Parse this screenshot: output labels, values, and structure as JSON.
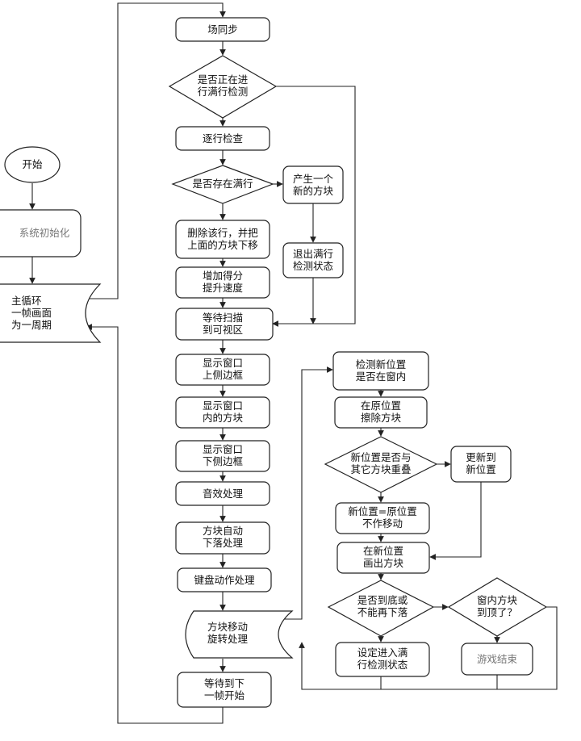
{
  "nodes": {
    "start": {
      "lines": [
        "开始"
      ]
    },
    "init": {
      "lines": [
        "系统初始化"
      ]
    },
    "mainloop": {
      "lines": [
        "主循环",
        "一帧画面",
        "为一周期"
      ]
    },
    "field_sync": {
      "lines": [
        "场同步"
      ]
    },
    "full_row_check_q": {
      "lines": [
        "是否正在进",
        "行满行检测"
      ]
    },
    "check_rows": {
      "lines": [
        "逐行检查"
      ]
    },
    "full_row_exists_q": {
      "lines": [
        "是否存在满行"
      ]
    },
    "new_block": {
      "lines": [
        "产生一个",
        "新的方块"
      ]
    },
    "delete_row": {
      "lines": [
        "删除该行，并把",
        "上面的方块下移"
      ]
    },
    "exit_full": {
      "lines": [
        "退出满行",
        "检测状态"
      ]
    },
    "add_score": {
      "lines": [
        "增加得分",
        "提升速度"
      ]
    },
    "wait_scan": {
      "lines": [
        "等待扫描",
        "到可视区"
      ]
    },
    "show_top": {
      "lines": [
        "显示窗口",
        "上侧边框"
      ]
    },
    "show_blocks": {
      "lines": [
        "显示窗口",
        "内的方块"
      ]
    },
    "show_bottom": {
      "lines": [
        "显示窗口",
        "下侧边框"
      ]
    },
    "sound": {
      "lines": [
        "音效处理"
      ]
    },
    "auto_fall": {
      "lines": [
        "方块自动",
        "下落处理"
      ]
    },
    "keyboard": {
      "lines": [
        "键盘动作处理"
      ]
    },
    "move_rotate": {
      "lines": [
        "方块移动",
        "旋转处理"
      ]
    },
    "wait_next": {
      "lines": [
        "等待到下",
        "一帧开始"
      ]
    },
    "check_newpos": {
      "lines": [
        "检测新位置",
        "是否在窗内"
      ]
    },
    "erase_old": {
      "lines": [
        "在原位置",
        "擦除方块"
      ]
    },
    "overlap_q": {
      "lines": [
        "新位置是否与",
        "其它方块重叠"
      ]
    },
    "update_pos": {
      "lines": [
        "更新到",
        "新位置"
      ]
    },
    "keep_pos": {
      "lines": [
        "新位置=原位置",
        "不作移动"
      ]
    },
    "draw_new": {
      "lines": [
        "在新位置",
        "画出方块"
      ]
    },
    "bottom_q": {
      "lines": [
        "是否到底或",
        "不能再下落"
      ]
    },
    "top_q": {
      "lines": [
        "窗内方块",
        "到顶了？"
      ]
    },
    "set_full": {
      "lines": [
        "设定进入满",
        "行检测状态"
      ]
    },
    "game_over": {
      "lines": [
        "游戏结束"
      ]
    }
  }
}
